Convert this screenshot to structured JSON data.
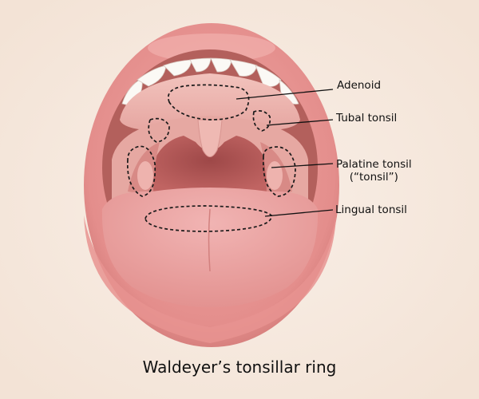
{
  "diagram": {
    "caption": "Waldeyer’s tonsillar ring",
    "labels": {
      "adenoid": "Adenoid",
      "tubal_tonsil": "Tubal tonsil",
      "palatine_tonsil_line1": "Palatine tonsil",
      "palatine_tonsil_line2": "(“tonsil”)",
      "lingual_tonsil": "Lingual tonsil"
    }
  },
  "colors": {
    "background": "#f5e8de",
    "lip": "#e89a98",
    "lip_dark": "#c8706e",
    "mouth_cavity": "#b35c58",
    "palate": "#eeb6b0",
    "throat": "#a44c4c",
    "tongue": "#e8a4a4",
    "teeth": "#fbf9f5",
    "dashed_outline": "#1a1a1a",
    "leader_line": "#111111"
  }
}
